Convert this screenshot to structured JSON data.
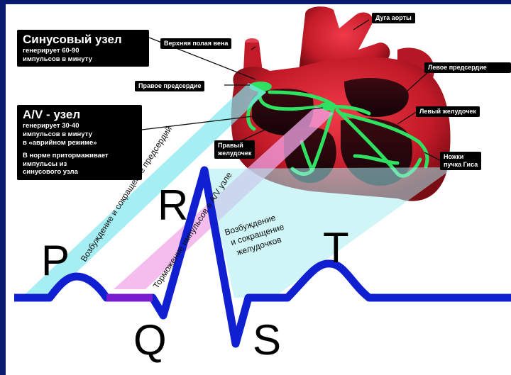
{
  "sinus": {
    "title": "Синусовый узел",
    "line1": "генерирует 60-90",
    "line2": "импульсов в минуту"
  },
  "av": {
    "title": "A/V - узел",
    "line1": "генерирует  30-40",
    "line2": "импульсов в минуту",
    "line3": "в «аврийном режиме»",
    "line4": "В норме притормаживает",
    "line5": "импульсы из",
    "line6": "синусового узла"
  },
  "labels": {
    "aorta": "Дуга аорты",
    "vena_cava": "Верхняя полая вена",
    "right_atrium": "Правое предсердие",
    "left_atrium": "Левое предсердие",
    "left_ventricle": "Левый желудочек",
    "right_ventricle_1": "Правый",
    "right_ventricle_2": "желудочек",
    "his_1": "Ножки",
    "his_2": "пучка Гиса"
  },
  "bands": {
    "atria": "Возбуждение и сокращение предсердий",
    "av_delay": "Торможение импульсов в A/V узле",
    "ventricles_1": "Возбуждение",
    "ventricles_2": "и сокращение",
    "ventricles_3": "желудочков"
  },
  "waves": {
    "p": "P",
    "q": "Q",
    "r": "R",
    "s": "S",
    "t": "T"
  },
  "colors": {
    "background": "#0a1a6e",
    "ecg_line": "#1020d0",
    "atria_band": "#7fe8f0",
    "av_band": "#f2a6e8",
    "ventricle_band": "#a8ecf0",
    "heart": "#c8202c",
    "conduction": "#30e060"
  }
}
